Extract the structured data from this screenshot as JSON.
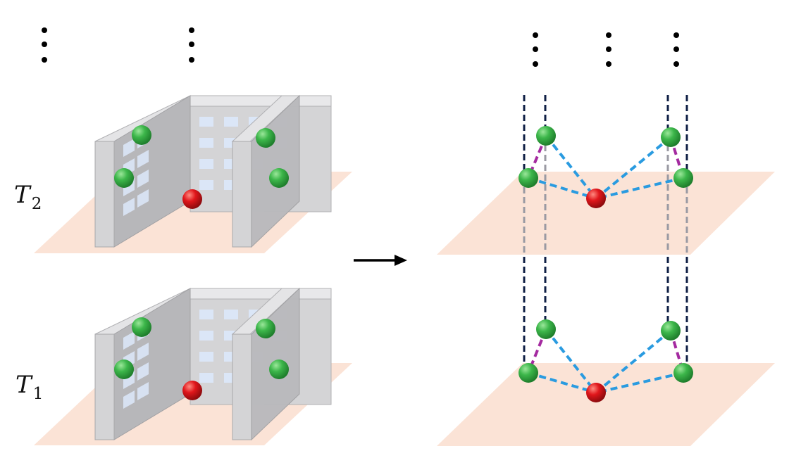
{
  "labels": {
    "t2": {
      "main": "T",
      "sub": "2"
    },
    "t1": {
      "main": "T",
      "sub": "1"
    }
  },
  "colors": {
    "ground": "#fbe3d6",
    "building_front": "#d4d4d6",
    "building_side": "#b7b7ba",
    "building_top": "#e4e4e6",
    "window": "#dbe6f7",
    "node_green": "#3cb64a",
    "node_red": "#e0161b",
    "edge_blue": "#2a9be0",
    "edge_magenta": "#a42aa0",
    "vertical_dark": "#0f1f45",
    "arrow": "#000000"
  }
}
